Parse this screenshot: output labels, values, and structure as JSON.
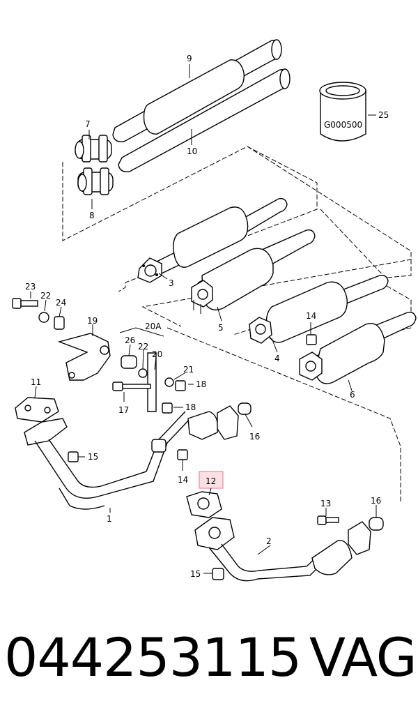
{
  "callouts": {
    "c1": "1",
    "c2": "2",
    "c3": "3",
    "c4": "4",
    "c5": "5",
    "c6": "6",
    "c7": "7",
    "c8": "8",
    "c9": "9",
    "c10": "10",
    "c11": "11",
    "c12": "12",
    "c13": "13",
    "c14a": "14",
    "c14b": "14",
    "c15a": "15",
    "c15b": "15",
    "c16a": "16",
    "c16b": "16",
    "c17": "17",
    "c18a": "18",
    "c18b": "18",
    "c19": "19",
    "c20a": "20A",
    "c20": "20",
    "c21": "21",
    "c22a": "22",
    "c22b": "22",
    "c23": "23",
    "c24": "24",
    "c25": "25",
    "c26": "26"
  },
  "filter_code": "G000500",
  "highlight_color": "#f4a6b3",
  "footer": {
    "part_number": "044253115",
    "brand": "VAG"
  }
}
